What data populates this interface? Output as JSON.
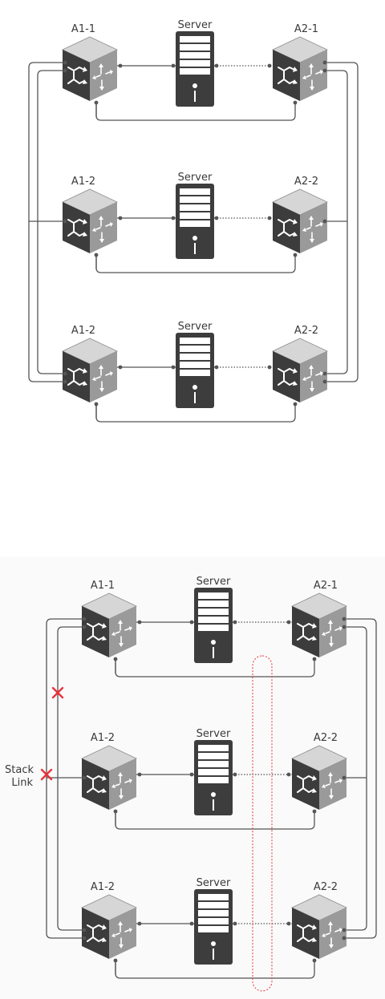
{
  "diagram_a": {
    "rows": [
      {
        "left_switch": "A1-1",
        "server": "Server",
        "right_switch": "A2-1"
      },
      {
        "left_switch": "A1-2",
        "server": "Server",
        "right_switch": "A2-2"
      },
      {
        "left_switch": "A1-2",
        "server": "Server",
        "right_switch": "A2-2"
      }
    ]
  },
  "diagram_b": {
    "rows": [
      {
        "left_switch": "A1-1",
        "server": "Server",
        "right_switch": "A2-1"
      },
      {
        "left_switch": "A1-2",
        "server": "Server",
        "right_switch": "A2-2"
      },
      {
        "left_switch": "A1-2",
        "server": "Server",
        "right_switch": "A2-2"
      }
    ],
    "stack_link_label_line1": "Stack",
    "stack_link_label_line2": "Link",
    "failure_marker_color": "#e8333a",
    "highlight_color": "#e8333a"
  },
  "colors": {
    "line": "#555555",
    "switch_face": "#3c3c3c",
    "switch_top": "#d6d6d6",
    "switch_side": "#9a9a9a",
    "server_body": "#3d3d3d"
  }
}
